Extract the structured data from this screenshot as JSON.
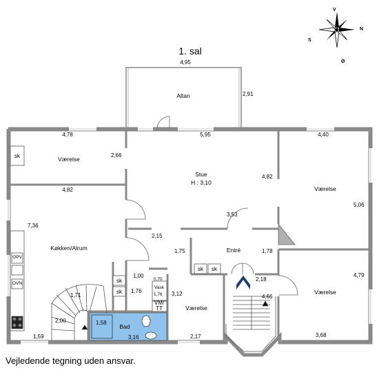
{
  "title": "1. sal",
  "caption": "Vejledende tegning uden ansvar.",
  "compass": {
    "north": "V",
    "east": "N",
    "south": "Ø",
    "west": "S"
  },
  "rooms": {
    "altan": "Altan",
    "vaerelse_nw": "Værelse",
    "stue": "Stue",
    "stue_height": "H : 3,10",
    "vaerelse_ne": "Værelse",
    "koekken": "Køkken/Alrum",
    "entre": "Entré",
    "vaerelse_se": "Værelse",
    "vaerelse_mid": "Værelse",
    "bad": "Bad"
  },
  "fixtures": {
    "sk_nw": "sk",
    "opv": "OPV",
    "ovn": "OVN",
    "sk_a": "sk",
    "sk_b": "sk",
    "sk_entre1": "sk",
    "sk_entre2": "sk",
    "vask": "Vask",
    "vm": "VM/",
    "tt": "TT"
  },
  "dimensions": {
    "altan_w": "4,95",
    "altan_h": "2,91",
    "vaerelse_nw_w": "4,78",
    "vaerelse_nw_h": "2,66",
    "stue_w": "5,95",
    "stue_h": "4,82",
    "vaerelse_ne_w": "4,40",
    "vaerelse_ne_h": "5,06",
    "koekken_w": "4,82",
    "koekken_h": "7,36",
    "d_215": "2,15",
    "d_353": "3,53",
    "d_175": "1,75",
    "d_178": "1,78",
    "d_100": "1,00",
    "d_070": "0,70",
    "d_176a": "1,76",
    "d_176b": "1,76",
    "d_171": "1,71",
    "d_200": "2,00",
    "d_158": "1,58",
    "d_159": "1,59",
    "d_316": "3,16",
    "d_312": "3,12",
    "d_217": "2,17",
    "d_218": "2,18",
    "d_466": "4,66",
    "d_479": "4,79",
    "d_368": "3,68"
  }
}
